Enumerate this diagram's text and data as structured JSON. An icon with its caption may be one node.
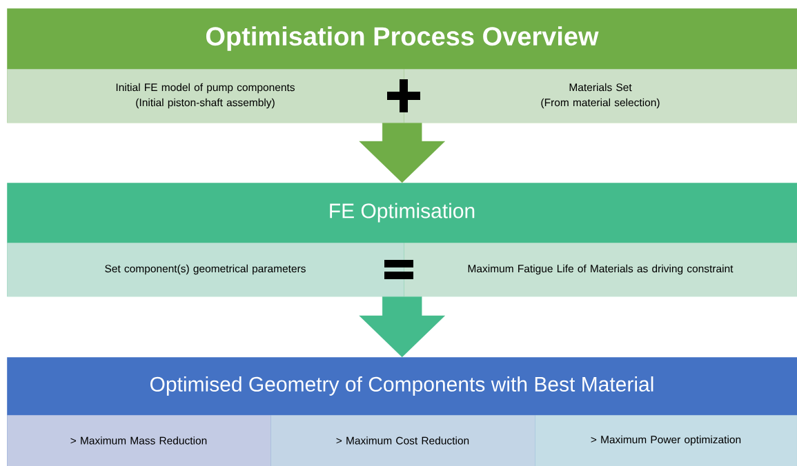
{
  "diagram": {
    "nodes": [
      {
        "text": [
          "Optimisation Process Overview"
        ]
      },
      {
        "text": [
          "Initial FE model of pump components",
          "(Initial piston-shaft assembly)"
        ],
        "in": 0
      },
      {
        "text": [
          "Materials Set",
          "(From material selection)"
        ],
        "in": 0
      },
      {
        "text": [
          "FE Optimisation"
        ]
      },
      {
        "text": [
          "Set component(s) geometrical parameters"
        ],
        "in": 3
      },
      {
        "text": [
          "Maximum Fatigue Life of Materials as driving constraint"
        ],
        "in": 3
      },
      {
        "text": [
          "Optimised Geometry of Components with Best Material"
        ]
      },
      {
        "text": [
          "> Maximum Mass Reduction"
        ],
        "in": 6
      },
      {
        "text": [
          "> Maximum Cost Reduction"
        ],
        "in": 6
      },
      {
        "text": [
          "> Maximum Power optimization"
        ],
        "in": 6
      }
    ],
    "edges": [
      {
        "from": 0,
        "to": 3,
        "arrow": "to",
        "color": "#70ad47"
      },
      {
        "from": 3,
        "to": 6,
        "arrow": "to",
        "color": "#44bb8c"
      }
    ]
  }
}
